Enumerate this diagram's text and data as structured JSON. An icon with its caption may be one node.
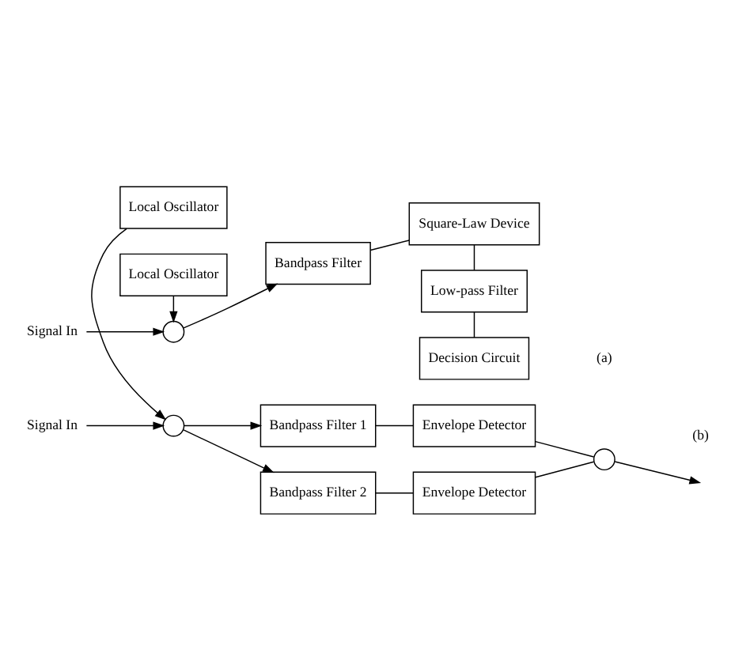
{
  "diagram": {
    "nodes": [
      {
        "text": [
          "Signal In"
        ]
      },
      {
        "text": [],
        "shape": "circle"
      },
      {
        "text": [
          "Bandpass Filter"
        ]
      },
      {
        "text": [
          "Square-Law Device"
        ]
      },
      {
        "text": [
          "Local Oscillator"
        ]
      },
      {
        "text": [
          "Low-pass Filter"
        ]
      },
      {
        "text": [
          "Decision Circuit"
        ]
      },
      {
        "text": [
          "Signal In"
        ]
      },
      {
        "text": [],
        "shape": "circle"
      },
      {
        "text": [
          "Local Oscillator"
        ]
      },
      {
        "text": [
          "Bandpass Filter 1"
        ]
      },
      {
        "text": [
          "Bandpass Filter 2"
        ]
      },
      {
        "text": [
          "Envelope Detector"
        ]
      },
      {
        "text": [
          "Envelope Detector"
        ]
      },
      {
        "text": [],
        "shape": "circle"
      }
    ],
    "edges": [
      {
        "from": 0,
        "to": 1,
        "arrow": "to"
      },
      {
        "from": 4,
        "to": 1,
        "arrow": "to"
      },
      {
        "from": 1,
        "to": 2,
        "arrow": "to"
      },
      {
        "from": 2,
        "to": 3,
        "arrow": "none"
      },
      {
        "from": 3,
        "to": 5,
        "arrow": "none"
      },
      {
        "from": 5,
        "to": 6,
        "arrow": "none"
      },
      {
        "from": 7,
        "to": 8,
        "arrow": "to"
      },
      {
        "from": 9,
        "to": 8,
        "arrow": "to"
      },
      {
        "from": 8,
        "to": 10,
        "arrow": "to"
      },
      {
        "from": 8,
        "to": 11,
        "arrow": "to"
      },
      {
        "from": 10,
        "to": 12,
        "arrow": "none"
      },
      {
        "from": 11,
        "to": 13,
        "arrow": "none"
      },
      {
        "from": 12,
        "to": 14,
        "arrow": "none"
      },
      {
        "from": 13,
        "to": 14,
        "arrow": "none"
      },
      {
        "from": 14,
        "to": null,
        "arrow": "to"
      }
    ],
    "labels": [
      "(a)",
      "(b)"
    ]
  }
}
